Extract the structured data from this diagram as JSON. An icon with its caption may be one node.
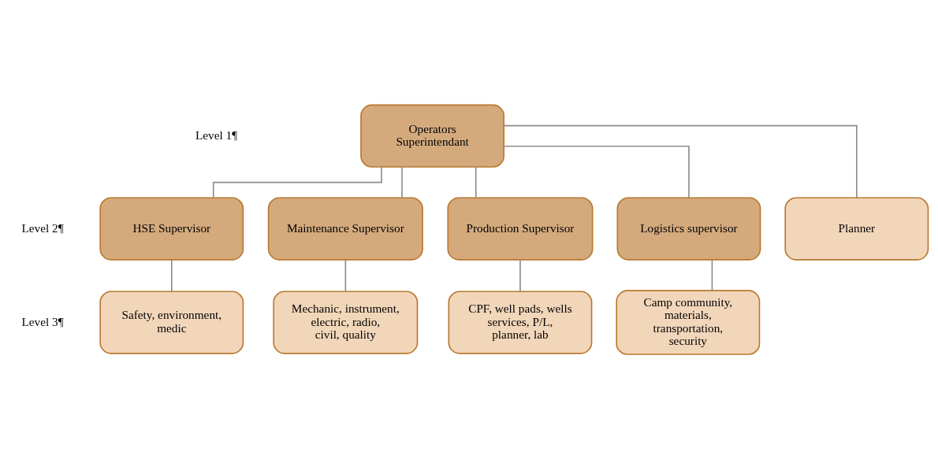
{
  "diagram": {
    "nodes": [
      {
        "text": [
          "Operators Superintendant"
        ]
      },
      {
        "text": [
          "Planner"
        ]
      },
      {
        "text": [
          "Logistics supervisor"
        ]
      },
      {
        "text": [
          "HSE Supervisor"
        ]
      },
      {
        "text": [
          "Maintenance Supervisor"
        ]
      },
      {
        "text": [
          "Production Supervisor"
        ]
      },
      {
        "text": [
          "Camp community, materials, transportation, security"
        ]
      },
      {
        "text": [
          "Safety, environment, medic"
        ]
      },
      {
        "text": [
          "Mechanic, instrument, electric, radio, civil, quality"
        ]
      },
      {
        "text": [
          "CPF, well pads, wells services, P/L, planner, lab"
        ]
      }
    ],
    "edges": [
      {
        "from": 0,
        "to": 1,
        "arrow": "none"
      },
      {
        "from": 0,
        "to": 2,
        "arrow": "none"
      },
      {
        "from": 0,
        "to": 3,
        "arrow": "none"
      },
      {
        "from": 0,
        "to": 4,
        "arrow": "none"
      },
      {
        "from": 0,
        "to": 5,
        "arrow": "none"
      },
      {
        "from": 2,
        "to": 6,
        "arrow": "none"
      },
      {
        "from": 3,
        "to": 7,
        "arrow": "none"
      },
      {
        "from": 4,
        "to": 8,
        "arrow": "none"
      },
      {
        "from": 5,
        "to": 9,
        "arrow": "none"
      }
    ],
    "labels": [
      "Level 1¶",
      "Level 2¶",
      "Level 3¶"
    ]
  }
}
